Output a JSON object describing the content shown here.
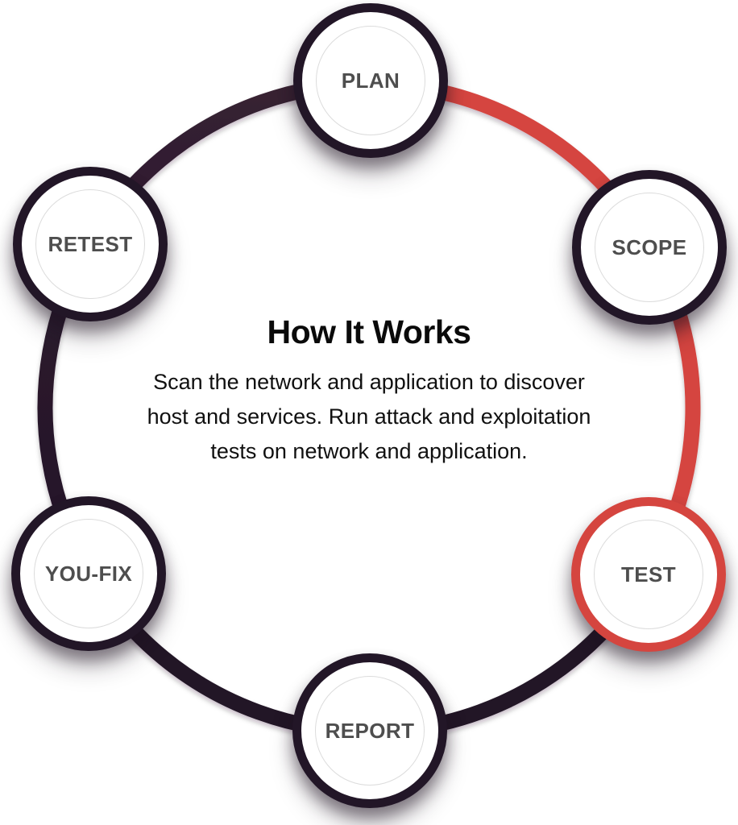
{
  "diagram": {
    "title": "How It Works",
    "description": "Scan the network and application to discover host and services. Run attack and exploitation tests on network and application.",
    "active_step": "TEST",
    "nodes": [
      {
        "label": "PLAN",
        "highlighted": false
      },
      {
        "label": "SCOPE",
        "highlighted": false
      },
      {
        "label": "TEST",
        "highlighted": true
      },
      {
        "label": "REPORT",
        "highlighted": false
      },
      {
        "label": "YOU-FIX",
        "highlighted": false
      },
      {
        "label": "RETEST",
        "highlighted": false
      }
    ],
    "colors": {
      "accent_red": "#d5453f",
      "ring_dark_bottom": "#211426",
      "ring_dark_mid": "#2c1b2e",
      "ring_dark_top": "#3a2132",
      "node_border_dark": "#221627",
      "node_fill": "#ffffff",
      "inner_ring_gray": "#dcdcdc",
      "node_label_text": "#4e4e4e",
      "heading_text": "#0a0a0a",
      "body_text": "#101010",
      "background": "#ffffff"
    }
  }
}
